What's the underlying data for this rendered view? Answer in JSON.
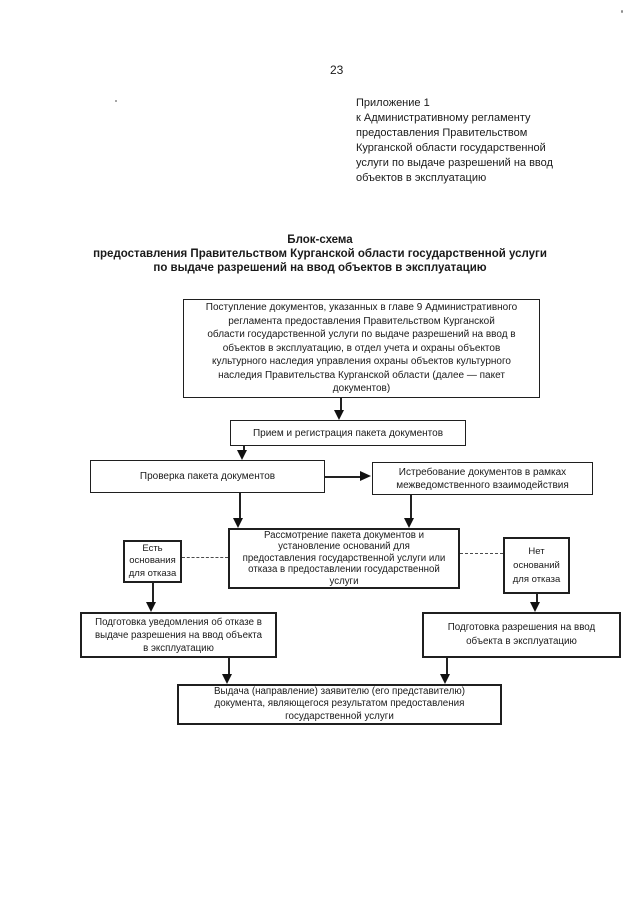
{
  "page": {
    "number": "23",
    "appendix": [
      "Приложение 1",
      "к Административному регламенту",
      "предоставления Правительством",
      "Курганской области государственной",
      "услуги по выдаче разрешений на ввод",
      "объектов в эксплуатацию"
    ],
    "title": [
      "Блок-схема",
      "предоставления Правительством Курганской области государственной услуги",
      "по выдаче разрешений на ввод объектов в эксплуатацию"
    ]
  },
  "flowchart": {
    "box_receipt": [
      "Поступление документов, указанных в главе 9 Административного",
      "регламента предоставления Правительством Курганской",
      "области государственной услуги по выдаче разрешений на ввод в",
      "объектов в эксплуатацию, в отдел учета и охраны объектов",
      "культурного наследия управления охраны объектов культурного",
      "наследия Правительства Курганской области (далее — пакет",
      "документов)"
    ],
    "box_registration": "Прием и регистрация пакета документов",
    "box_check": "Проверка пакета документов",
    "box_interagency": [
      "Истребование документов в рамках",
      "межведомственного взаимодействия"
    ],
    "box_review": [
      "Рассмотрение пакета документов и",
      "установление оснований для",
      "предоставления государственной услуги или",
      "отказа в предоставлении государственной",
      "услуги"
    ],
    "box_grounds_yes": [
      "Есть",
      "основания",
      "для отказа"
    ],
    "box_grounds_no": [
      "Нет",
      "оснований",
      "для отказа"
    ],
    "box_refusal_notice": [
      "Подготовка уведомления об отказе в",
      "выдаче разрешения на ввод объекта",
      "в эксплуатацию"
    ],
    "box_permit": [
      "Подготовка разрешения на ввод",
      "объекта в эксплуатацию"
    ],
    "box_issue_result": [
      "Выдача (направление) заявителю (его представителю)",
      "документа, являющегося результатом предоставления",
      "государственной услуги"
    ]
  }
}
